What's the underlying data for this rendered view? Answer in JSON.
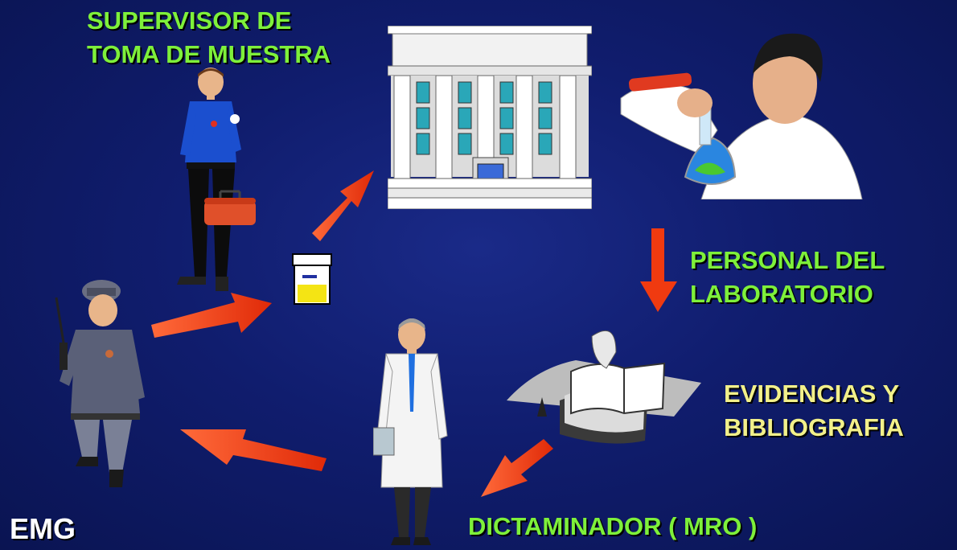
{
  "labels": {
    "supervisor": [
      "SUPERVISOR DE",
      "TOMA DE MUESTRA"
    ],
    "personal": [
      "PERSONAL DEL",
      "LABORATORIO"
    ],
    "evidencias": [
      "EVIDENCIAS Y",
      "BIBLIOGRAFIA"
    ],
    "dictaminador": "DICTAMINADOR ( MRO )",
    "author": "EMG"
  },
  "icons": {
    "supervisor": "worker-figure-icon",
    "specimen": "specimen-container-icon",
    "laboratory": "laboratory-building-icon",
    "scientist": "scientist-figure-icon",
    "books": "books-icon",
    "doctor": "doctor-figure-icon",
    "guard": "guard-figure-icon",
    "arrows": "arrow-icon"
  },
  "colors": {
    "background": "#101d6e",
    "label_green": "#7ef03a",
    "label_yellow": "#f2f08a",
    "arrow": "#f03a10"
  }
}
